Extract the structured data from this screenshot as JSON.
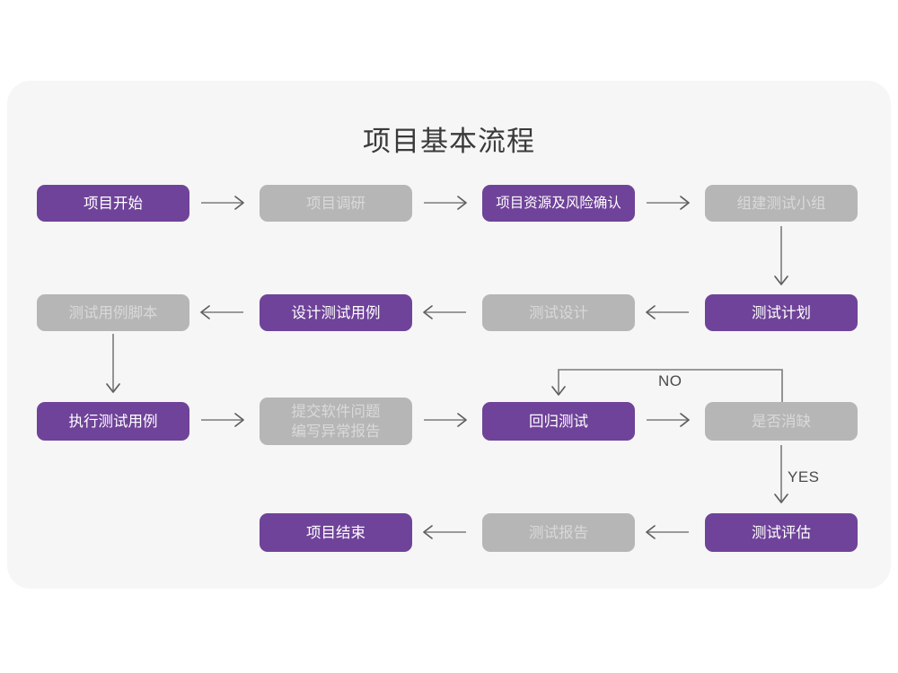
{
  "page": {
    "title": "项目基本流程",
    "background_color": "#ffffff",
    "card_color": "#f6f6f6",
    "accent_purple": "#6f4399",
    "muted_gray": "#b6b6b6"
  },
  "nodes": [
    {
      "id": "project-start",
      "label": "项目开始",
      "style": "purple"
    },
    {
      "id": "project-research",
      "label": "项目调研",
      "style": "gray"
    },
    {
      "id": "resource-risk",
      "label": "项目资源及风险确认",
      "style": "purple"
    },
    {
      "id": "build-test-team",
      "label": "组建测试小组",
      "style": "gray"
    },
    {
      "id": "test-plan",
      "label": "测试计划",
      "style": "purple"
    },
    {
      "id": "test-design",
      "label": "测试设计",
      "style": "gray"
    },
    {
      "id": "design-test-case",
      "label": "设计测试用例",
      "style": "purple"
    },
    {
      "id": "test-case-script",
      "label": "测试用例脚本",
      "style": "gray"
    },
    {
      "id": "execute-test-case",
      "label": "执行测试用例",
      "style": "purple"
    },
    {
      "id": "submit-defect",
      "label": "提交软件问题\n编写异常报告",
      "style": "gray"
    },
    {
      "id": "regression-test",
      "label": "回归测试",
      "style": "purple"
    },
    {
      "id": "defect-cleared",
      "label": "是否消缺",
      "style": "gray"
    },
    {
      "id": "test-evaluation",
      "label": "测试评估",
      "style": "purple"
    },
    {
      "id": "test-report",
      "label": "测试报告",
      "style": "gray"
    },
    {
      "id": "project-end",
      "label": "项目结束",
      "style": "purple"
    }
  ],
  "edge_labels": {
    "no": "NO",
    "yes": "YES"
  }
}
